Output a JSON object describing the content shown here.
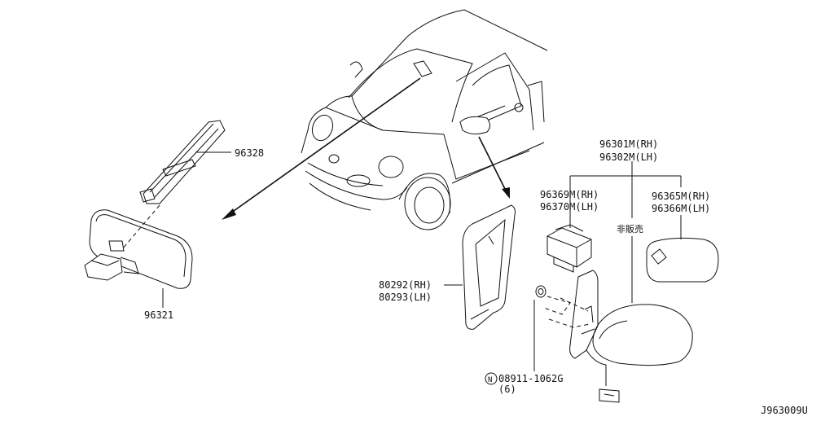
{
  "parts": {
    "p96328": "96328",
    "p96321": "96321",
    "p80292": "80292(RH)",
    "p80293": "80293(LH)",
    "p96301m": "96301M(RH)",
    "p96302m": "96302M(LH)",
    "p96369m": "96369M(RH)",
    "p96370m": "96370M(LH)",
    "p96365m": "96365M(RH)",
    "p96366m": "96366M(LH)",
    "not_sold": "非販売",
    "nut_symbol": "N",
    "p08911": "08911-1062G",
    "qty": "(6)"
  },
  "diagram_id": "J963009U"
}
